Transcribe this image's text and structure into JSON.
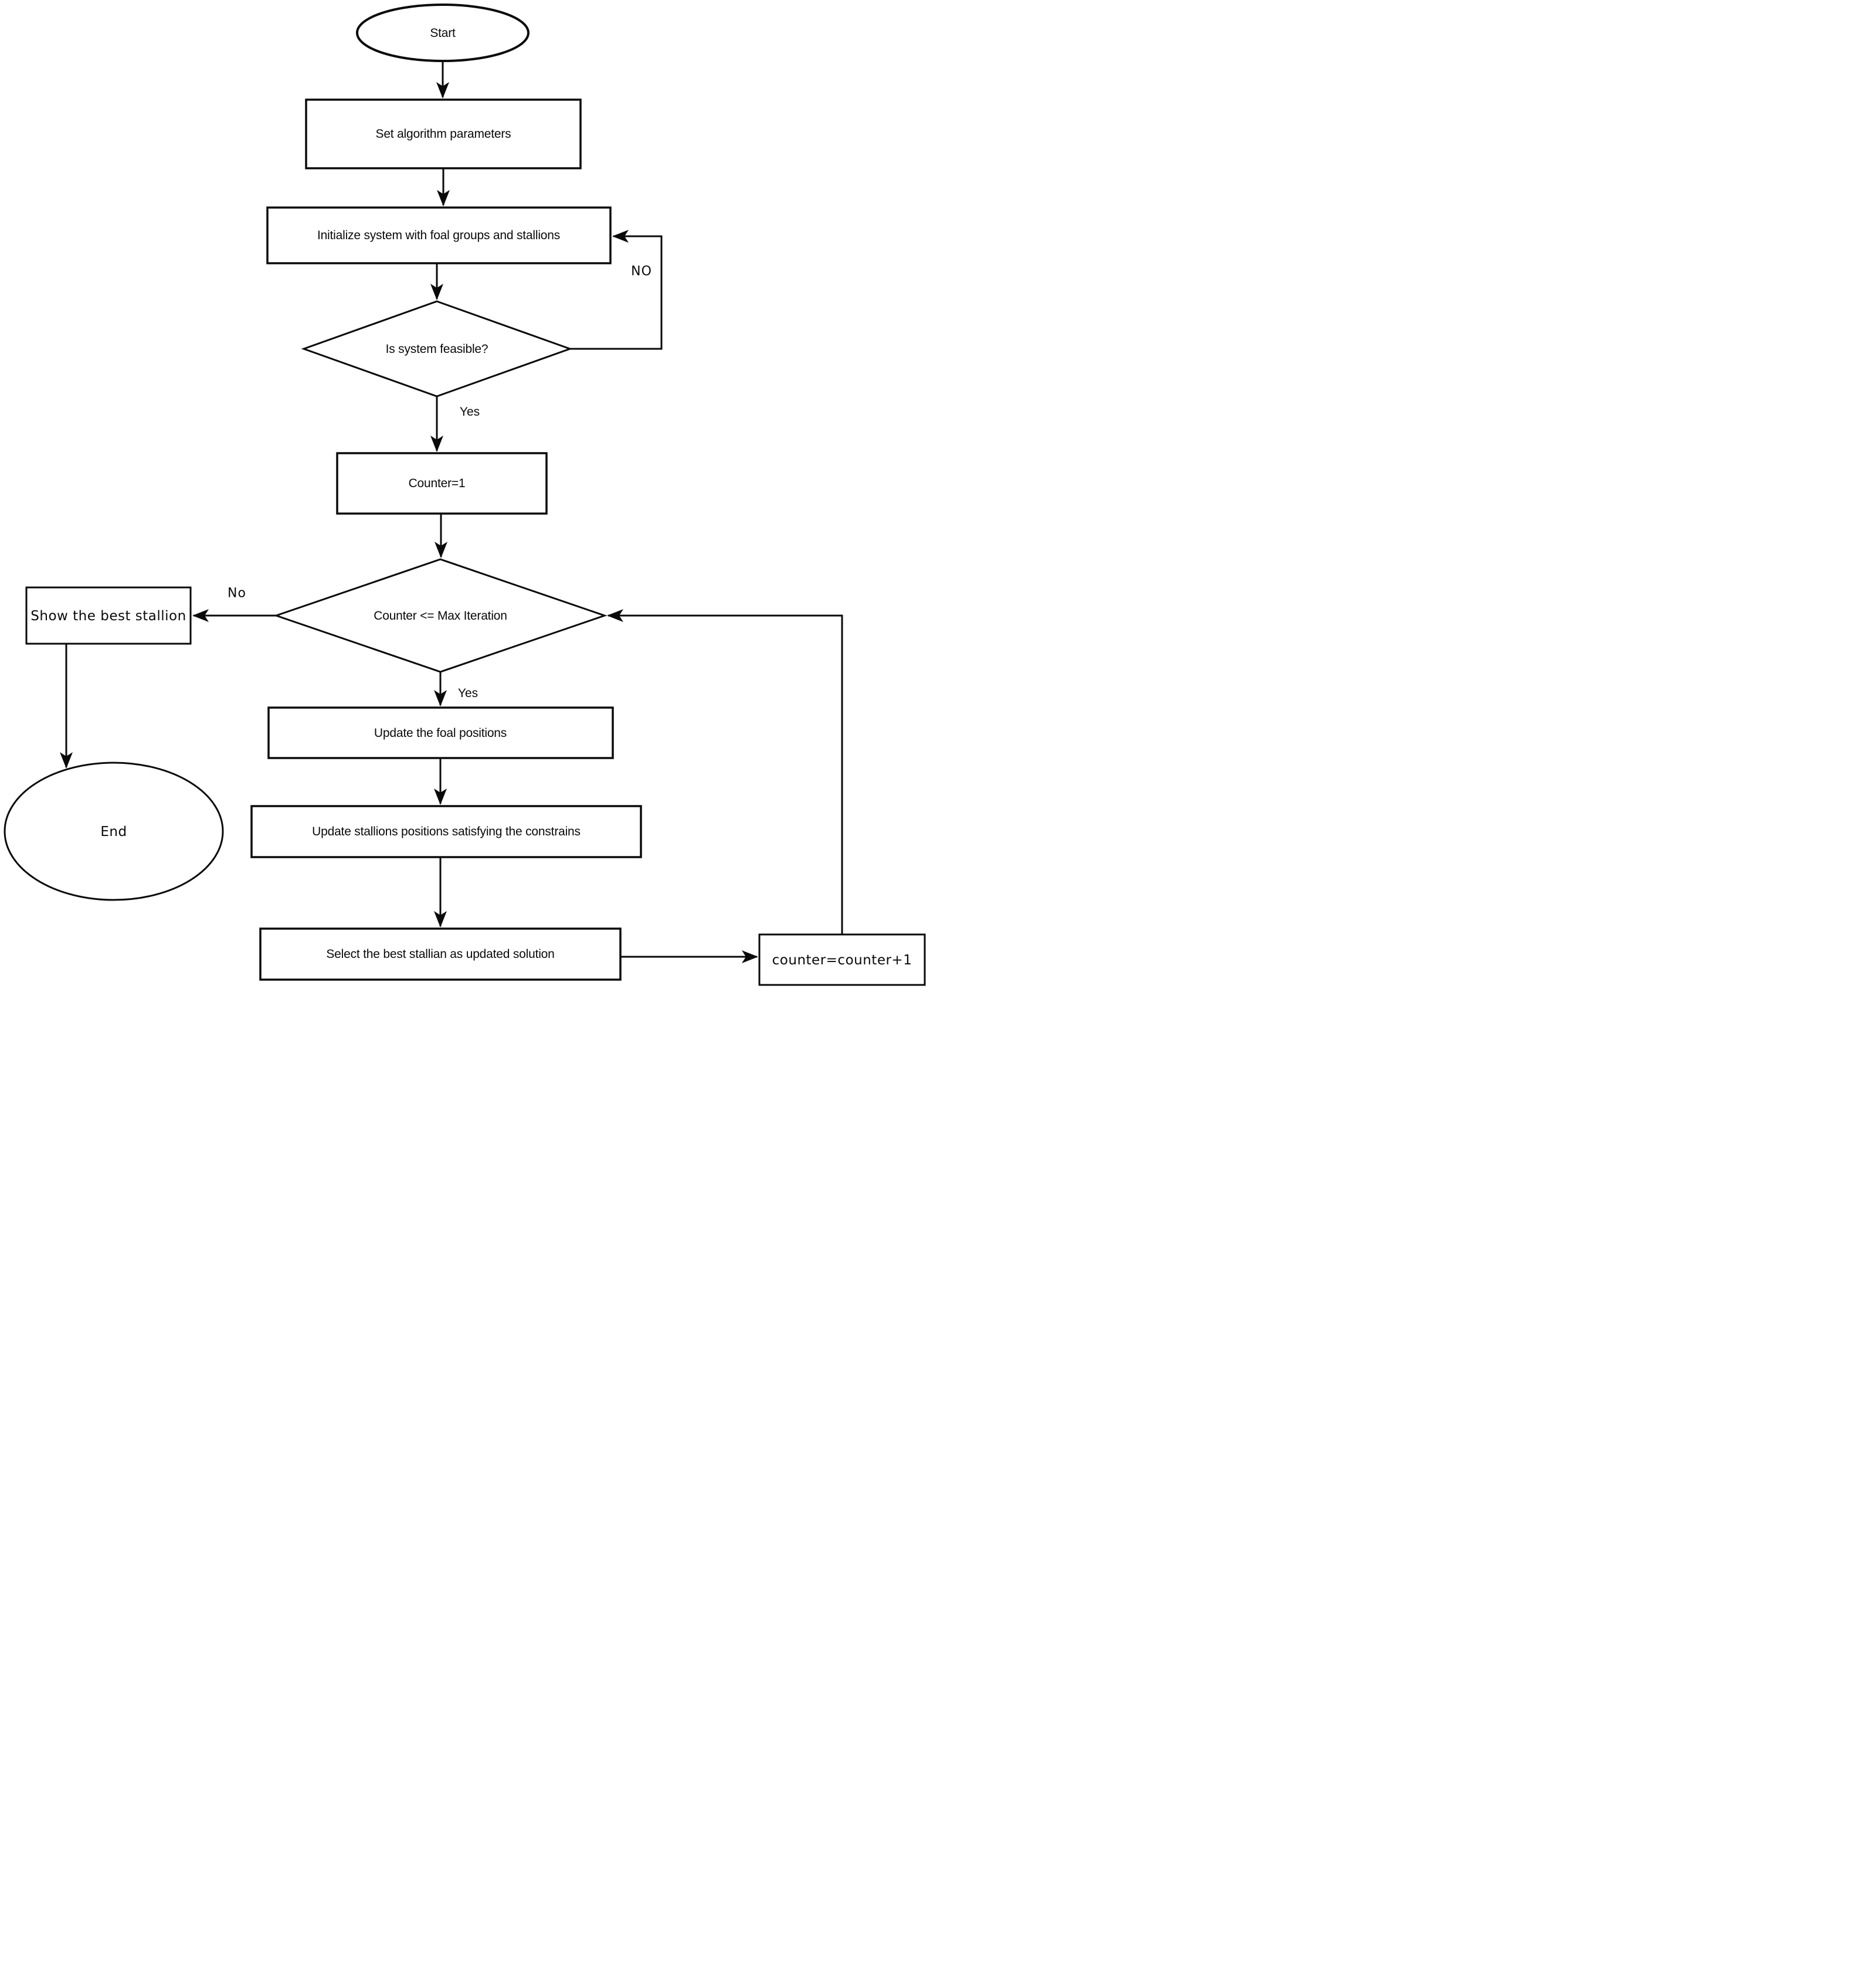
{
  "diagram": {
    "background": "#ffffff",
    "stroke_color": "#0a0a0a",
    "fill_color": "#ffffff",
    "nodes": {
      "start": {
        "shape": "ellipse",
        "label": "Start"
      },
      "set_params": {
        "shape": "process",
        "label": "Set algorithm parameters"
      },
      "initialize": {
        "shape": "process",
        "label": "Initialize system with foal groups and stallions"
      },
      "feasible": {
        "shape": "decision",
        "label": "Is system feasible?"
      },
      "counter_init": {
        "shape": "process",
        "label": "Counter=1"
      },
      "max_iter": {
        "shape": "decision",
        "label": "Counter <= Max Iteration"
      },
      "show_best": {
        "shape": "process",
        "label": "Show the best stallion"
      },
      "end": {
        "shape": "ellipse",
        "label": "End"
      },
      "update_foal": {
        "shape": "process",
        "label": "Update the foal positions"
      },
      "update_stallions": {
        "shape": "process",
        "label": "Update stallions positions satisfying the constrains"
      },
      "select_best": {
        "shape": "process",
        "label": "Select the best stallian as updated solution"
      },
      "counter_inc": {
        "shape": "process",
        "label": "counter=counter+1"
      }
    },
    "edge_labels": {
      "feasible_no": "NO",
      "feasible_yes": "Yes",
      "max_iter_no": "No",
      "max_iter_yes": "Yes"
    }
  }
}
